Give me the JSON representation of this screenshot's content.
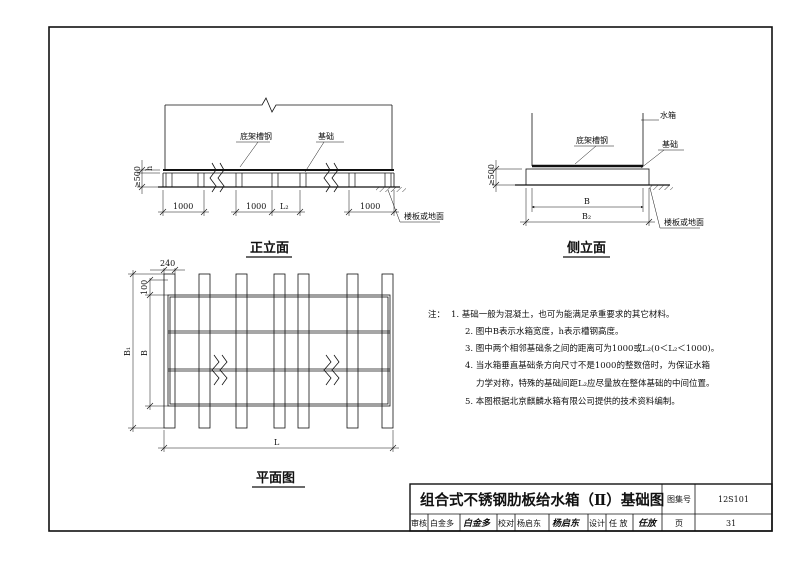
{
  "front_view": {
    "title": "正立面",
    "label_channel": "底架槽钢",
    "label_foundation": "基础",
    "label_floor": "楼板或地面",
    "dim_height": "h",
    "dim_min": "≥500",
    "dim_left": "1000",
    "dim_mid": "1000",
    "dim_l2": "L₂",
    "dim_right": "1000"
  },
  "side_view": {
    "title": "侧立面",
    "label_tank": "水箱",
    "label_channel": "底架槽钢",
    "label_foundation": "基础",
    "label_floor": "楼板或地面",
    "dim_min": "≥500",
    "dim_b": "B",
    "dim_b2": "B₂"
  },
  "plan_view": {
    "title": "平面图",
    "dim_240": "240",
    "dim_100": "100",
    "dim_b1": "B₁",
    "dim_b": "B",
    "dim_l": "L"
  },
  "notes": {
    "prefix": "注：",
    "items": [
      "1. 基础一般为混凝土，也可为能满足承重要求的其它材料。",
      "2. 图中B表示水箱宽度，h表示槽钢高度。",
      "3. 图中两个相邻基础条之间的距离可为1000或L₂(0＜L₂＜1000)。",
      "4. 当水箱垂直基础条方向尺寸不是1000的整数倍时，为保证水箱",
      "力学对称，特殊的基础间距L₂应尽量放在整体基础的中间位置。",
      "5. 本图根据北京麒麟水箱有限公司提供的技术资料编制。"
    ]
  },
  "title_block": {
    "title": "组合式不锈钢肋板给水箱（Ⅱ）基础图",
    "atlas_label": "图集号",
    "atlas_no": "12S101",
    "review_label": "审核",
    "review_name": "白金多",
    "review_sig": "白金多",
    "check_label": "校对",
    "check_name": "杨启东",
    "check_sig": "杨启东",
    "design_label": "设计",
    "design_name": "任 放",
    "design_sig": "任放",
    "page_label": "页",
    "page_no": "31"
  }
}
